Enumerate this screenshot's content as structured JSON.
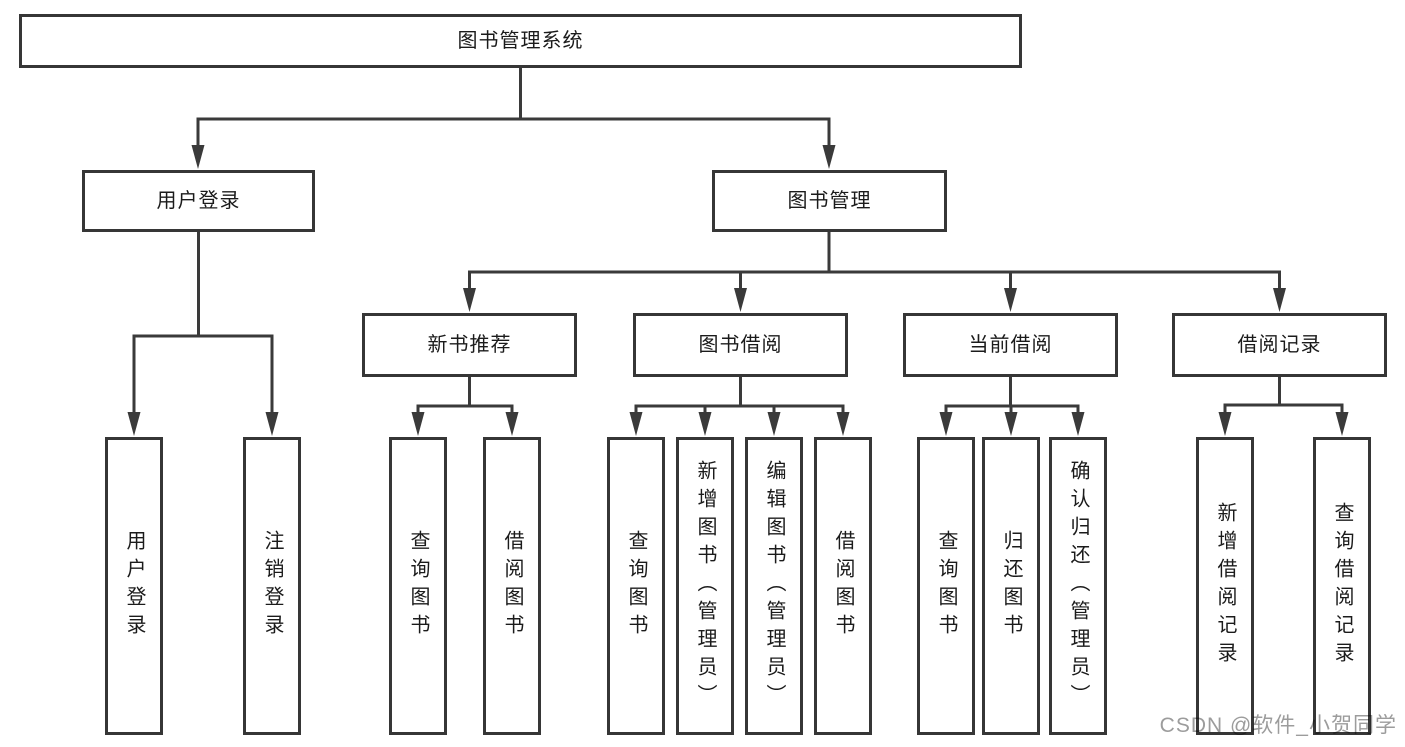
{
  "diagram": {
    "root": {
      "label": "图书管理系统"
    },
    "level2": {
      "user_login": {
        "label": "用户登录"
      },
      "book_mgmt": {
        "label": "图书管理"
      }
    },
    "level3": {
      "new_books": {
        "label": "新书推荐"
      },
      "book_borrow": {
        "label": "图书借阅"
      },
      "current_borrow": {
        "label": "当前借阅"
      },
      "borrow_records": {
        "label": "借阅记录"
      }
    },
    "leaves": {
      "user_login": [
        "用户登录",
        "注销登录"
      ],
      "new_books": [
        "查询图书",
        "借阅图书"
      ],
      "book_borrow": [
        "查询图书",
        "新增图书（管理员）",
        "编辑图书（管理员）",
        "借阅图书"
      ],
      "current_borrow": [
        "查询图书",
        "归还图书",
        "确认归还（管理员）"
      ],
      "borrow_records": [
        "新增借阅记录",
        "查询借阅记录"
      ]
    },
    "colors": {
      "line": "#3a3a3a",
      "box_border": "#363636",
      "text": "#1b1b1b"
    }
  },
  "watermark": {
    "text": "CSDN @软件_小贺同学",
    "color": "#9c9c9c"
  }
}
